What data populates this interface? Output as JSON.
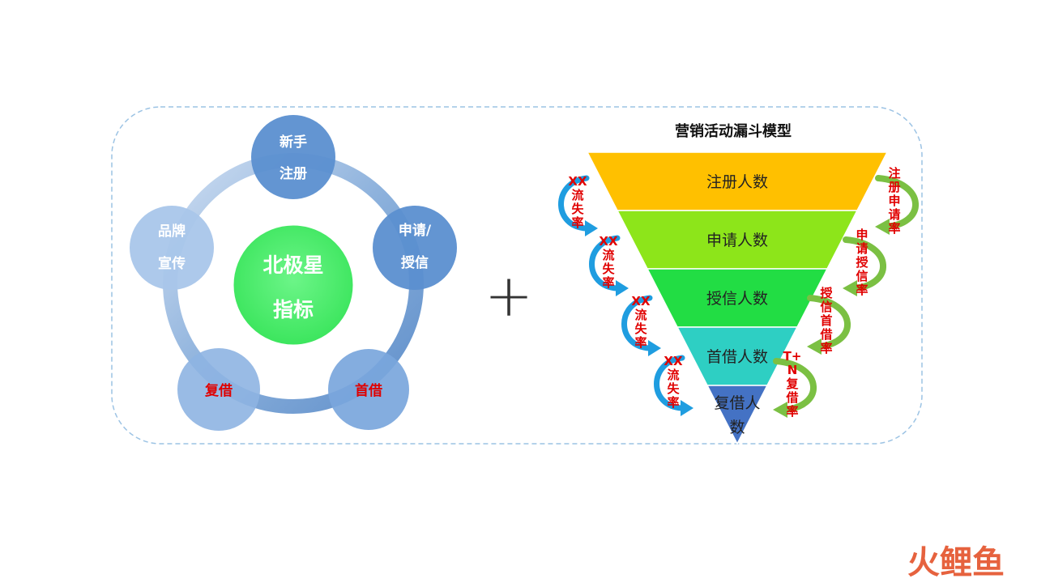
{
  "cycle": {
    "center": {
      "line1": "北极星",
      "line2": "指标"
    },
    "nodes": [
      {
        "line1": "新手",
        "line2": "注册"
      },
      {
        "line1": "申请/",
        "line2": "授信"
      },
      {
        "line1": "首借",
        "line2": ""
      },
      {
        "line1": "复借",
        "line2": ""
      },
      {
        "line1": "品牌",
        "line2": "宣传"
      }
    ]
  },
  "plus_sign": "+",
  "funnel": {
    "title": "营销活动漏斗模型",
    "stages": [
      {
        "label": "注册人数",
        "color": "#ffc000"
      },
      {
        "label": "申请人数",
        "color": "#8de51a"
      },
      {
        "label": "授信人数",
        "color": "#22dd44"
      },
      {
        "label": "首借人数",
        "color": "#2ecfc3"
      },
      {
        "label": "复借人数",
        "color": "#4472c4"
      }
    ],
    "loss_labels": [
      "XX流失率",
      "XX流失率",
      "XX流失率",
      "XX流失率"
    ],
    "rate_labels": [
      "注册申请率",
      "申请授信率",
      "授信首借率",
      "T+N复借率"
    ]
  },
  "watermark": {
    "text": "火鲤鱼"
  },
  "colors": {
    "accent_red": "#e00000",
    "node_blue": "#5b9bd5",
    "center_green": "#4ef06a"
  }
}
